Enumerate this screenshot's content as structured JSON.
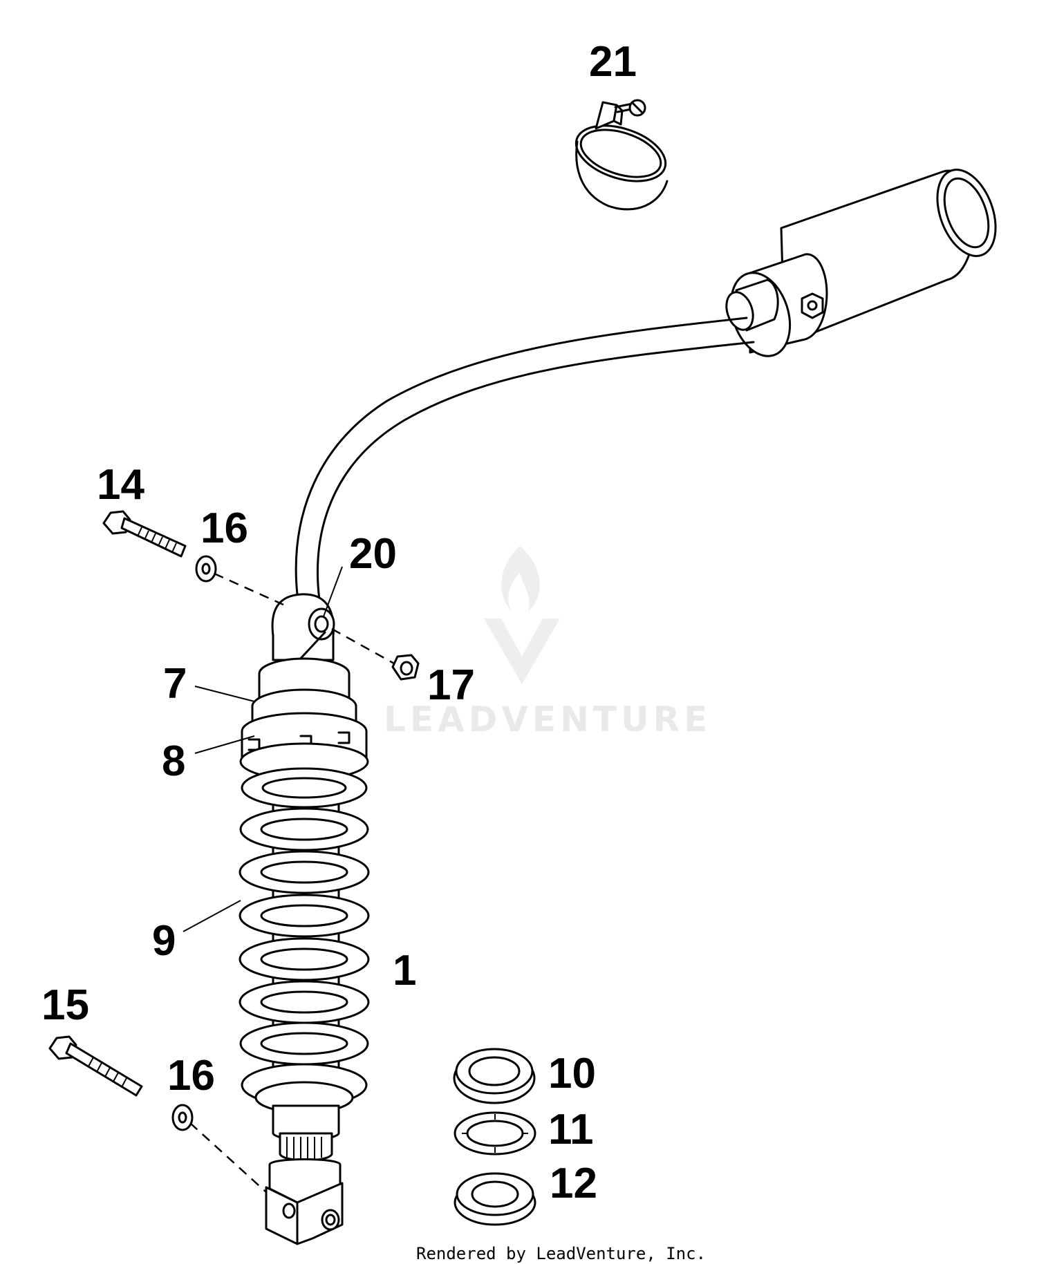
{
  "diagram": {
    "callouts": {
      "c1": "1",
      "c7": "7",
      "c8": "8",
      "c9": "9",
      "c10": "10",
      "c11": "11",
      "c12": "12",
      "c14": "14",
      "c15": "15",
      "c16a": "16",
      "c16b": "16",
      "c17": "17",
      "c20": "20",
      "c21": "21"
    },
    "watermark": "LEADVENTURE",
    "credit": "Rendered by LeadVenture, Inc."
  }
}
